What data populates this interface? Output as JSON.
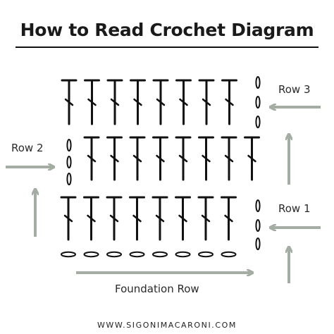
{
  "title": "How to Read Crochet Diagram",
  "labels": {
    "row3": "Row 3",
    "row2": "Row 2",
    "row1": "Row 1",
    "foundation": "Foundation Row"
  },
  "footer": "WWW.SIGONIMACARONI.COM",
  "colors": {
    "arrow": "#a3ada3",
    "stitch": "#111111",
    "text": "#2a2a2a"
  },
  "diagram": {
    "stitch_type": "double crochet",
    "foundation_chains": 8,
    "rows": [
      {
        "name": "Row 1",
        "stitches": 8,
        "turning_chains": 3,
        "turning_side": "right"
      },
      {
        "name": "Row 2",
        "stitches": 8,
        "turning_chains": 3,
        "turning_side": "left"
      },
      {
        "name": "Row 3",
        "stitches": 8,
        "turning_chains": 3,
        "turning_side": "right"
      }
    ]
  }
}
